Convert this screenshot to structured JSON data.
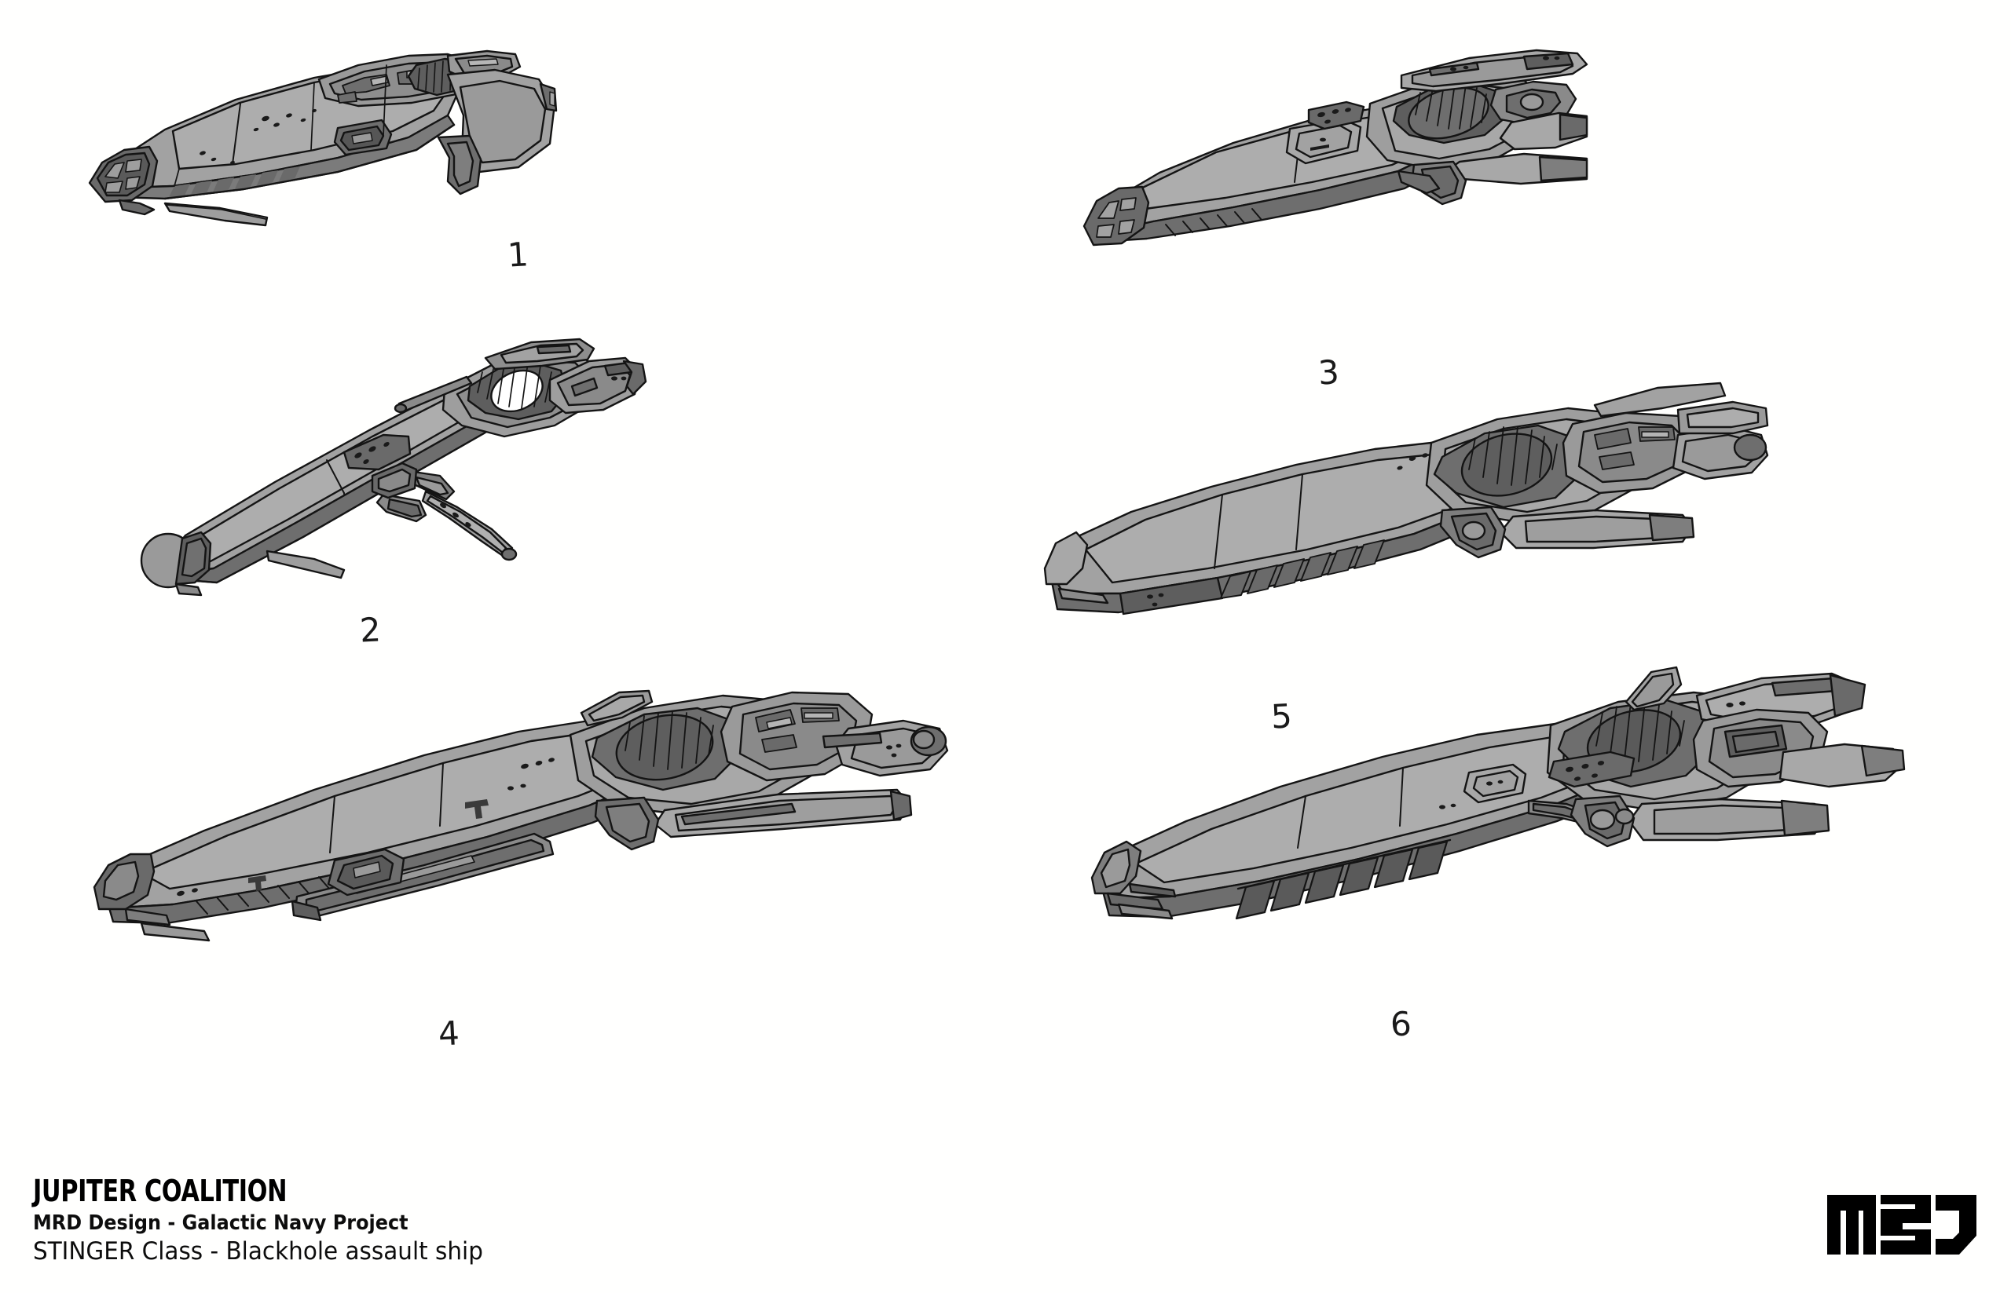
{
  "sheet": {
    "background_color": "#ffffff",
    "kind": "concept-art-sheet",
    "orientation": "landscape"
  },
  "palette": {
    "paper": "#ffffff",
    "hull_light": "#b0b0b0",
    "hull_mid": "#9a9a9a",
    "hull_base": "#8e8e8e",
    "hull_shadow": "#6f6f6f",
    "hull_dark": "#5c5c5c",
    "hull_darkest": "#4a4a4a",
    "outline": "#141414",
    "ink": "#000000"
  },
  "title_block": {
    "org_name": "JUPITER COALITION",
    "project_line": "MRD Design - Galactic Navy Project",
    "class_line": "STINGER Class - Blackhole assault ship"
  },
  "studio_logo": {
    "wordmark": "MRD",
    "style": "blocky-stencil-monogram",
    "color": "#000000"
  },
  "ships": [
    {
      "number": "1",
      "name": "variant-1",
      "description": "Sleek elongated dart hull, vented nose intake grille, ventral chevron louvre strip, broad angular swept tail fin, greebled dorsal engine deck",
      "silhouette": "long-dart",
      "features": [
        "nose-intake-grille",
        "ventral-chevron-louvres",
        "dorsal-greeble-deck",
        "angular-tail-fin",
        "ventral-strake-blade"
      ]
    },
    {
      "number": "2",
      "name": "variant-2",
      "description": "Needle spear hull with rounded cylindrical nose cap, exposed ring drive aperture amidships-aft, twin boom prongs, minimal wing area",
      "silhouette": "needle-spear",
      "features": [
        "cylindrical-nose-cap",
        "ring-drive-aperture",
        "twin-boom-prongs",
        "dorsal-antenna-mast",
        "slender-spine"
      ]
    },
    {
      "number": "3",
      "name": "variant-3",
      "description": "Heavy bomber hull, vented bow grille, elliptical ribbed blackhole drive aperture, dorsal wing plank over spine, wide swept rear wings",
      "silhouette": "heavy-bomber",
      "features": [
        "bow-vent-grille",
        "elliptical-drive-aperture",
        "dorsal-wing-plank",
        "swept-rear-wings",
        "hatch-panelling"
      ]
    },
    {
      "number": "4",
      "name": "variant-4",
      "description": "Long gunship hull with ventral cannon rail, chevron greeble strips, complex stern machinery cluster, flat wide wing plank, open ring drive",
      "silhouette": "long-gunship",
      "features": [
        "ventral-cannon-rail",
        "chevron-greeble-strip",
        "ring-drive-aperture",
        "flat-wing-plank",
        "stern-machinery-cluster"
      ]
    },
    {
      "number": "5",
      "name": "variant-5",
      "description": "Wide faceted wedge hull, ribbed ventral strake bank, blackhole drive ring at stern, broad low delta wings, forward-swept canard blades",
      "silhouette": "faceted-wedge",
      "features": [
        "faceted-wedge-hull",
        "ribbed-ventral-strakes",
        "drive-ring",
        "broad-delta-wings",
        "canard-blades"
      ]
    },
    {
      "number": "6",
      "name": "variant-6",
      "description": "Tapered lance hull with bold dark chevron louvre bank, elliptical ribbed drive aperture, dorsal fin, swept tail wings, forward prong muzzle",
      "silhouette": "tapered-lance",
      "features": [
        "dark-chevron-louvres",
        "elliptical-drive-aperture",
        "dorsal-fin",
        "swept-tail-wings",
        "forward-prong-muzzle"
      ]
    }
  ]
}
